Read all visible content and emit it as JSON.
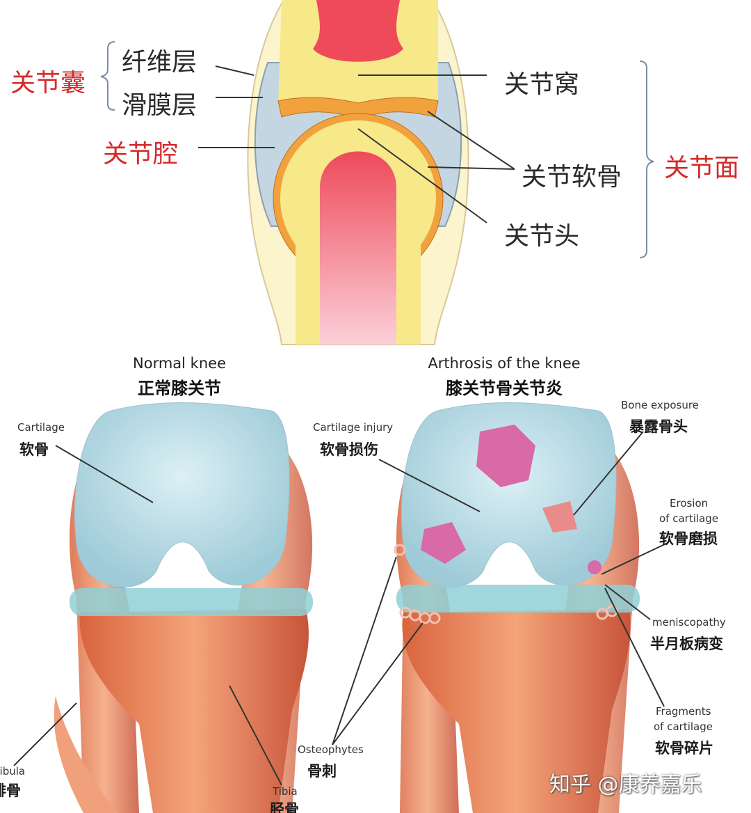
{
  "top_diagram": {
    "capsule": "关节囊",
    "fibrous_layer": "纤维层",
    "synovial_layer": "滑膜层",
    "joint_cavity": "关节腔",
    "joint_socket": "关节窝",
    "articular_cartilage": "关节软骨",
    "joint_head": "关节头",
    "articular_surface": "关节面"
  },
  "normal_knee": {
    "title_en": "Normal knee",
    "title_cn": "正常膝关节",
    "cartilage_en": "Cartilage",
    "cartilage_cn": "软骨",
    "fibula_en": "Fibula",
    "fibula_cn": "腓骨",
    "tibia_en": "Tibia",
    "tibia_cn": "胫骨"
  },
  "arthrosis_knee": {
    "title_en": "Arthrosis of the knee",
    "title_cn": "膝关节骨关节炎",
    "cartilage_injury_en": "Cartilage injury",
    "cartilage_injury_cn": "软骨损伤",
    "bone_exposure_en": "Bone exposure",
    "bone_exposure_cn": "暴露骨头",
    "erosion_en_1": "Erosion",
    "erosion_en_2": "of cartilage",
    "erosion_cn": "软骨磨损",
    "meniscopathy_en": "meniscopathy",
    "meniscopathy_cn": "半月板病变",
    "fragments_en_1": "Fragments",
    "fragments_en_2": "of cartilage",
    "fragments_cn": "软骨碎片",
    "osteophytes_en": "Osteophytes",
    "osteophytes_cn": "骨刺"
  },
  "watermark": "知乎 @康养嘉乐",
  "colors": {
    "bone_yellow": "#f7e88a",
    "marrow_red": "#ee4a5a",
    "cavity_blue": "#c3d6e2",
    "cartilage_blue": "#bfe0ea",
    "knee_bone": "#e9835a",
    "label_red": "#d42a2a"
  }
}
